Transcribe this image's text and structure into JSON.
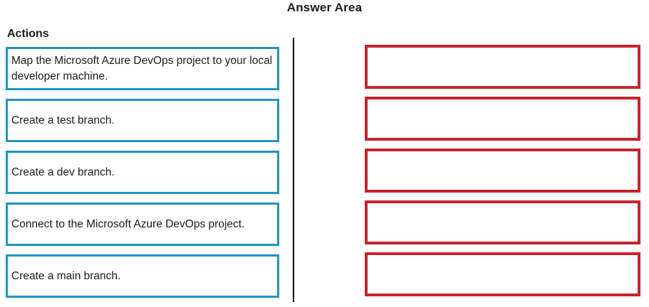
{
  "title": "Answer Area",
  "actions_panel": {
    "heading": "Actions",
    "items": [
      "Map the Microsoft Azure DevOps project to your local developer machine.",
      "Create a test branch.",
      "Create a dev branch.",
      "Connect to the Microsoft Azure DevOps project.",
      "Create a main branch."
    ]
  },
  "answer_panel": {
    "slot_count": 5
  },
  "colors": {
    "action_border": "#1E94C5",
    "answer_border": "#C6242C",
    "divider": "#000000",
    "text": "#1B1B1B"
  }
}
